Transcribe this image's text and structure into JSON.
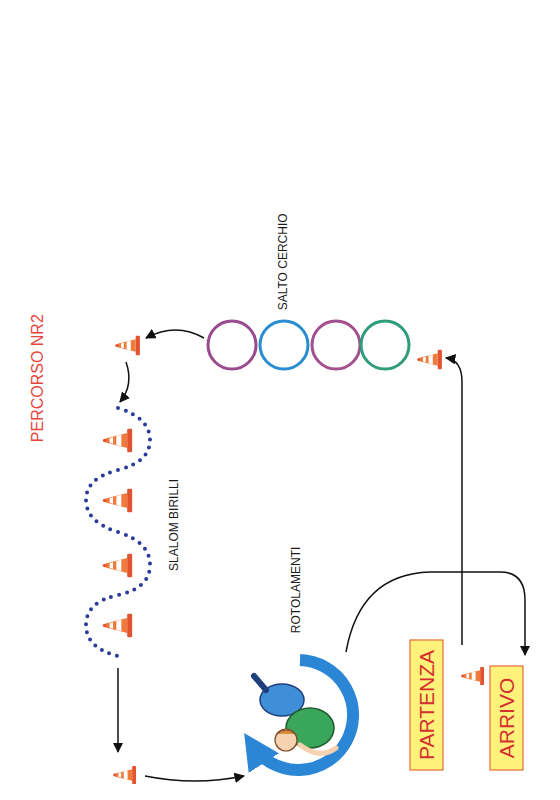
{
  "diagram": {
    "title": "PERCORSO NR2",
    "nodes": [
      {
        "text": [
          "PARTENZA"
        ]
      },
      {
        "text": [
          "ARRIVO"
        ]
      }
    ],
    "labels": [
      "SALTO CERCHIO",
      "SLALOM BIRILLI",
      "ROTOLAMENTI"
    ]
  }
}
